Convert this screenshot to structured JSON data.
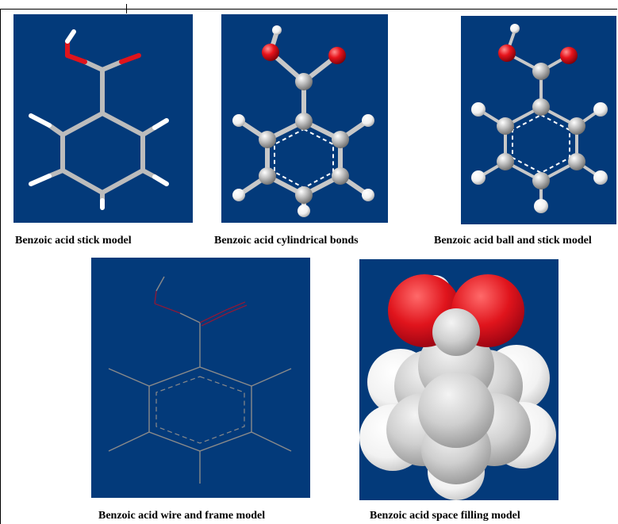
{
  "captions": {
    "stick": "Benzoic acid stick model",
    "cylindrical": "Benzoic acid cylindrical bonds",
    "ball_stick": "Benzoic acid ball and stick model",
    "wire_frame": "Benzoic acid wire and frame model",
    "space_filling": "Benzoic acid space filling model"
  },
  "colors": {
    "panel_background": "#033a7a",
    "carbon": "#b8b8b8",
    "hydrogen": "#ffffff",
    "oxygen": "#e0141c",
    "wire": "#8a8a8a",
    "wire_oxygen": "#8a1a3a"
  }
}
